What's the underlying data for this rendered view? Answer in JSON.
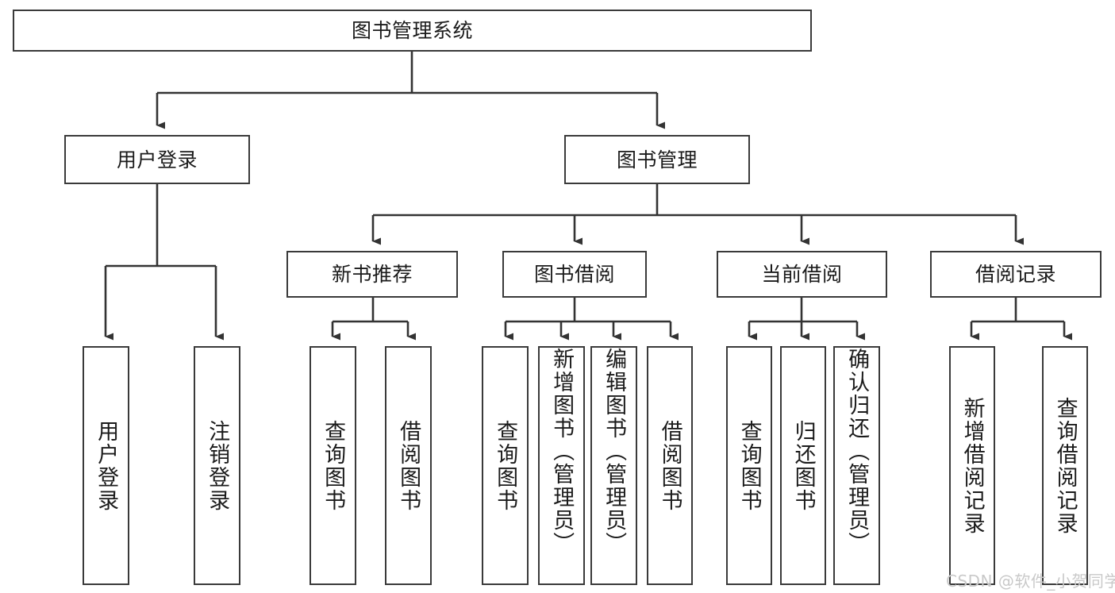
{
  "diagram": {
    "title": "图书管理系统",
    "type": "tree-hierarchy-diagram",
    "colors": {
      "box_border": "#3a3a3a",
      "box_fill": "#ffffff",
      "connector": "#333333",
      "text": "#1b1b1b",
      "watermark": "#c9c9c9",
      "background": "#ffffff"
    },
    "root": {
      "label": "图书管理系统"
    },
    "level2": [
      {
        "label": "用户登录"
      },
      {
        "label": "图书管理"
      }
    ],
    "level3": [
      {
        "label": "新书推荐"
      },
      {
        "label": "图书借阅"
      },
      {
        "label": "当前借阅"
      },
      {
        "label": "借阅记录"
      }
    ],
    "leaves": {
      "user_login": [
        {
          "label": "用户登录"
        },
        {
          "label": "注销登录"
        }
      ],
      "new_book_recommend": [
        {
          "label": "查询图书"
        },
        {
          "label": "借阅图书"
        }
      ],
      "book_borrow": [
        {
          "label": "查询图书"
        },
        {
          "label": "新增图书（管理员）"
        },
        {
          "label": "编辑图书（管理员）"
        },
        {
          "label": "借阅图书"
        }
      ],
      "current_borrow": [
        {
          "label": "查询图书"
        },
        {
          "label": "归还图书"
        },
        {
          "label": "确认归还（管理员）"
        }
      ],
      "borrow_record": [
        {
          "label": "新增借阅记录"
        },
        {
          "label": "查询借阅记录"
        }
      ]
    }
  },
  "watermark": {
    "text": "CSDN @软件_小贺同学"
  }
}
